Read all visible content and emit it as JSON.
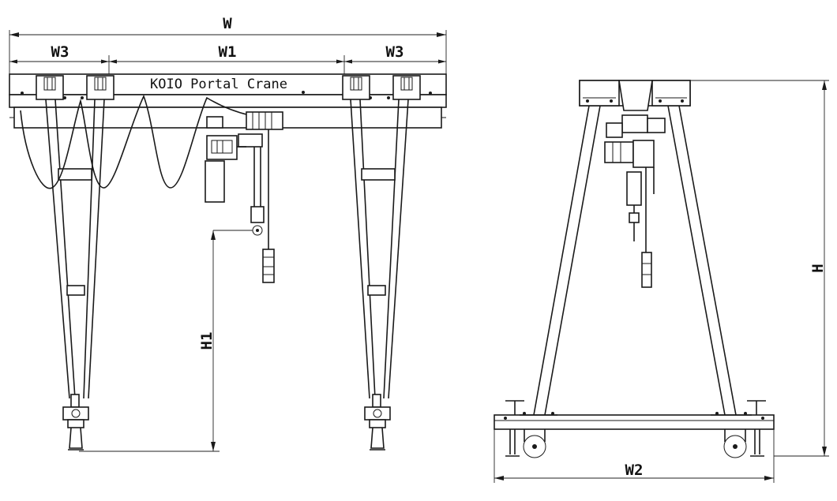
{
  "drawing": {
    "title_label": "KOIO Portal Crane",
    "dimensions": {
      "w": "W",
      "w1": "W1",
      "w2": "W2",
      "w3_left": "W3",
      "w3_right": "W3",
      "h": "H",
      "h1": "H1"
    }
  }
}
